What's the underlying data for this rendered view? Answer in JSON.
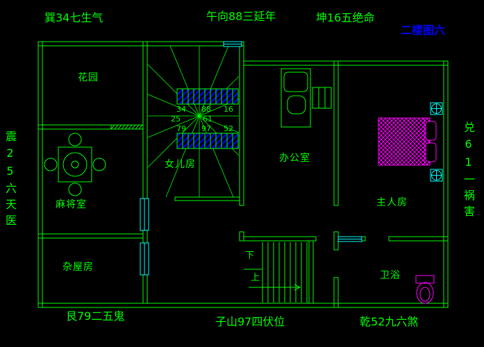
{
  "colors": {
    "background": "#000000",
    "line_green": "#00ff00",
    "stair_hatch_blue": "#0000ff",
    "furniture_magenta": "#ff00ff",
    "window_cyan": "#00ffff",
    "title_blue": "#0000ff"
  },
  "title": "二楼图六",
  "perimeter": {
    "top_left": "巽34七生气",
    "top_center": "午向88三延年",
    "top_right": "坤16五绝命",
    "left": "震25六天医",
    "right": "兑61一祸害",
    "bottom_left": "艮79二五鬼",
    "bottom_center": "子山97四伏位",
    "bottom_right": "乾52九六煞"
  },
  "rooms": {
    "garden": "花园",
    "mahjong_room": "麻将室",
    "storage_room": "杂屋房",
    "daughter_room": "女儿房",
    "office": "办公室",
    "master_bedroom": "主人房",
    "bathroom": "卫浴"
  },
  "stairs": {
    "down_label": "下",
    "up_label": "上"
  },
  "luoshu_grid": {
    "se": "34",
    "s": "88",
    "sw": "16",
    "e": "25",
    "w": "61",
    "ne": "79",
    "n": "97",
    "nw": "52"
  }
}
